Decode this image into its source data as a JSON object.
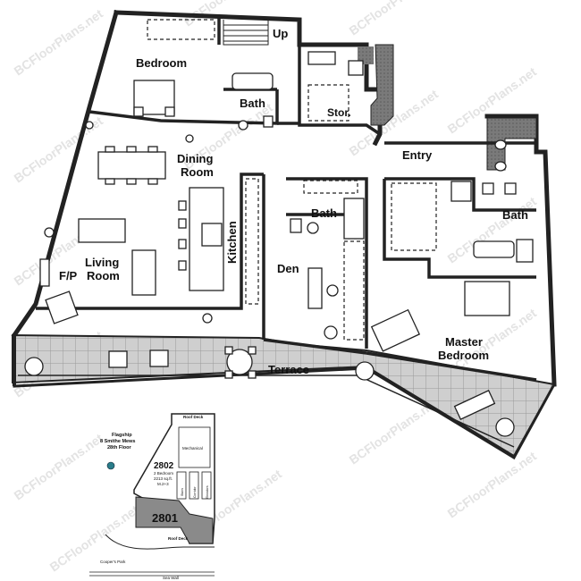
{
  "watermark": "BCFloorPlans.net",
  "rooms": {
    "bedroom": "Bedroom",
    "bath_top": "Bath",
    "up": "Up",
    "storage": "Stor.",
    "dining": "Dining",
    "dining2": "Room",
    "entry": "Entry",
    "bath_center": "Bath",
    "bath_right": "Bath",
    "kitchen": "Kitchen",
    "living": "Living",
    "living2": "Room",
    "fireplace": "F/P",
    "den": "Den",
    "terrace": "Terrace",
    "master": "Master",
    "master2": "Bedroom"
  },
  "keyplan": {
    "building_line1": "Flagship",
    "building_line2": "8 Smithe Mews",
    "building_line3": "28th Floor",
    "unit_2802": "2802",
    "unit_2802_sub1": "2 Bedroom",
    "unit_2802_sub2": "2213 sq.ft.",
    "unit_2802_sub3": "M.2+3",
    "unit_2801": "2801",
    "roof_deck_top": "Roof Deck",
    "roof_deck_bottom": "Roof Deck",
    "mechanical": "Mechanical",
    "stairs": "Stairs",
    "corridor": "Corridor",
    "elevators": "Elevators",
    "park": "Cooper's Park",
    "seawall": "Sea Wall"
  },
  "colors": {
    "wall": "#222222",
    "terrace_fill": "#c9c9c9",
    "unit_highlight": "#8a8a8a",
    "wall_shade": "#7a7a7a"
  }
}
